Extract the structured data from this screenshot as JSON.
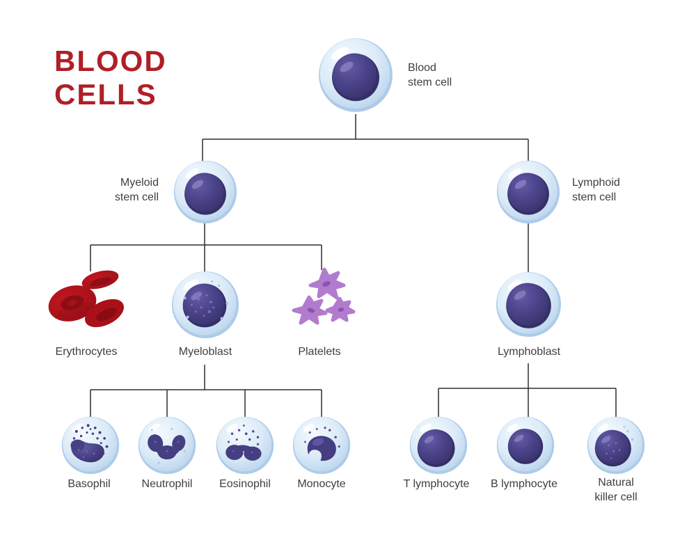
{
  "title": {
    "line1": "BLOOD",
    "line2": "CELLS"
  },
  "colors": {
    "title_red": "#b01f26",
    "label_text": "#3e3e3e",
    "connector": "#2d2d2d",
    "cell_membrane_blue": "#cfe3f4",
    "nucleus_purple": "#474085",
    "erythrocyte_red": "#b2141c",
    "platelet_purple": "#b27cce"
  },
  "nodes": {
    "blood_stem": {
      "label": "Blood stem cell",
      "line1": "Blood",
      "line2": "stem cell"
    },
    "myeloid_stem": {
      "label": "Myeloid stem cell",
      "line1": "Myeloid",
      "line2": "stem cell"
    },
    "lymphoid_stem": {
      "label": "Lymphoid stem cell",
      "line1": "Lymphoid",
      "line2": "stem cell"
    },
    "erythrocytes": {
      "label": "Erythrocytes"
    },
    "myeloblast": {
      "label": "Myeloblast"
    },
    "platelets": {
      "label": "Platelets"
    },
    "lymphoblast": {
      "label": "Lymphoblast"
    },
    "basophil": {
      "label": "Basophil"
    },
    "neutrophil": {
      "label": "Neutrophil"
    },
    "eosinophil": {
      "label": "Eosinophil"
    },
    "monocyte": {
      "label": "Monocyte"
    },
    "t_lymphocyte": {
      "label": "T lymphocyte"
    },
    "b_lymphocyte": {
      "label": "B lymphocyte"
    },
    "natural_killer": {
      "label": "Natural killer cell",
      "line1": "Natural",
      "line2": "killer cell"
    }
  },
  "hierarchy": {
    "blood_stem": [
      "myeloid_stem",
      "lymphoid_stem"
    ],
    "myeloid_stem": [
      "erythrocytes",
      "myeloblast",
      "platelets"
    ],
    "lymphoid_stem": [
      "lymphoblast"
    ],
    "myeloblast": [
      "basophil",
      "neutrophil",
      "eosinophil",
      "monocyte"
    ],
    "lymphoblast": [
      "t_lymphocyte",
      "b_lymphocyte",
      "natural_killer"
    ]
  }
}
